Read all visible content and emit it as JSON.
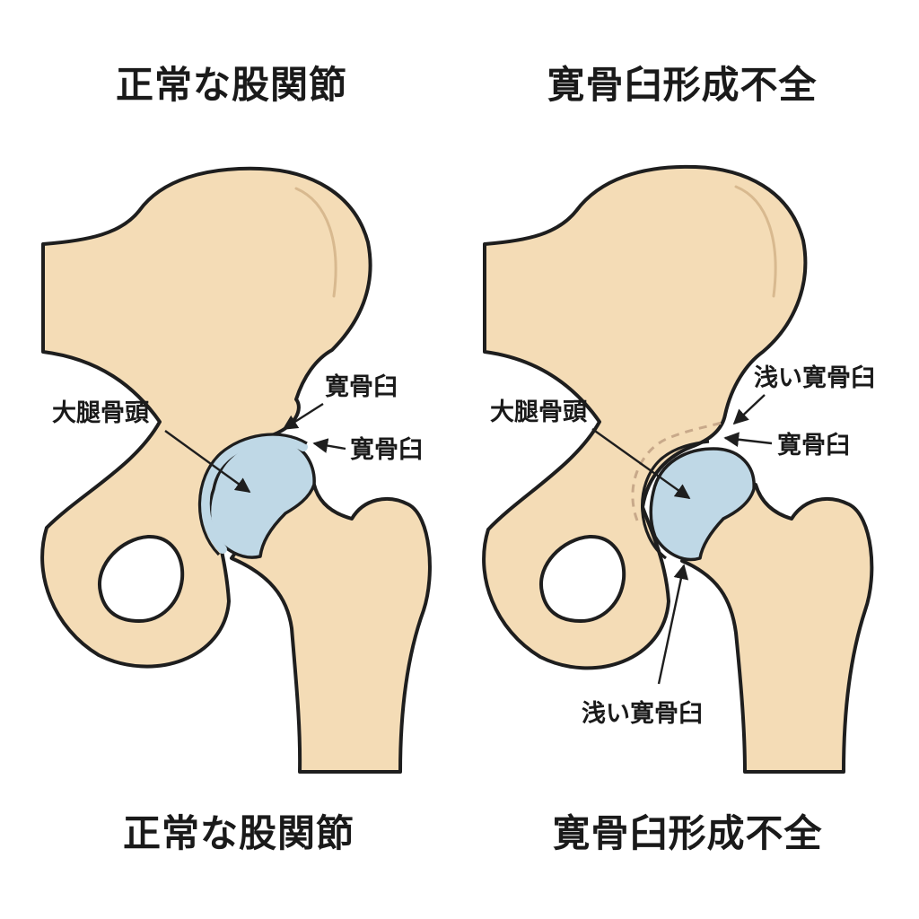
{
  "colors": {
    "bone": "#f4dcb6",
    "cartilage": "#bfd8e6",
    "outline": "#1e1e1e",
    "ridge": "#d8b98f",
    "background": "#ffffff"
  },
  "normal": {
    "title_top": "正常な股関節",
    "title_bottom": "正常な股関節",
    "label_head": "大腿骨頭",
    "label_acetabulum_1": "寛骨臼",
    "label_acetabulum_2": "寛骨臼"
  },
  "dysplasia": {
    "title_top": "寛骨臼形成不全",
    "title_bottom": "寛骨臼形成不全",
    "label_head": "大腿骨頭",
    "label_shallow_top": "浅い寛骨臼",
    "label_acetabulum": "寛骨臼",
    "label_shallow_bottom": "浅い寛骨臼"
  }
}
